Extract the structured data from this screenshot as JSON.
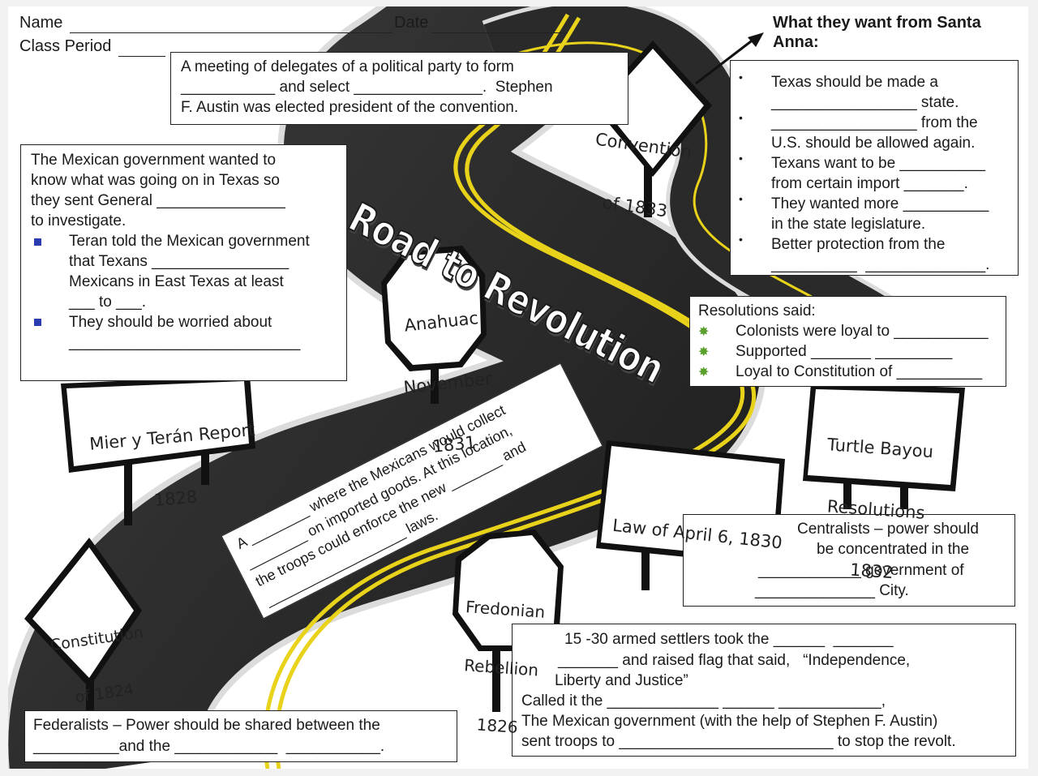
{
  "header": {
    "name_label": "Name",
    "date_label": "Date",
    "class_period_label": "Class Period"
  },
  "title": "Road to Revolution",
  "convention_box": {
    "line1": "A meeting of delegates of a political party to form",
    "line2": "___________ and select _______________.  Stephen",
    "line3": "F. Austin was elected president of the convention."
  },
  "santa_anna": {
    "heading1": "What they want from Santa",
    "heading2": "Anna:",
    "bullet_glyph": "•",
    "lines": [
      "Texas should be made a",
      "_________________ state.",
      "_________________ from the",
      "U.S. should be allowed again.",
      "Texans want to be __________",
      "from certain import _______.",
      "They wanted more __________",
      "in the state legislature.",
      "Better protection from the",
      "__________  ______________."
    ]
  },
  "teran_box": {
    "line1": "The Mexican government wanted to",
    "line2": "know what was going on in Texas so",
    "line3": "they sent General _______________",
    "line4": "to investigate.",
    "b1_line1": "Teran told the Mexican government",
    "b1_line2": "that Texans ________________",
    "b1_line3": "Mexicans in East Texas at least",
    "b1_line4": "___ to ___.",
    "b2_line1": "They should be worried about",
    "b2_line2": "___________________________"
  },
  "resolutions_box": {
    "heading": "Resolutions said:",
    "items": [
      "Colonists were loyal to ___________",
      "Supported _______ _________",
      "Loyal to Constitution of __________"
    ]
  },
  "anahuac_box": {
    "line1": "A ________ where the Mexicans would collect",
    "line2": "________ on imported goods. At this location,",
    "line3": "the troops could enforce the new _______ and",
    "line4": "___________________ laws."
  },
  "centralists_box": {
    "line1": "Centralists – power should",
    "line2": "be concentrated in the",
    "line3": "____________ government of",
    "line4": "______________ City."
  },
  "fredonian_box": {
    "line1": "15 -30 armed settlers took the ______  _______",
    "line2": "_______ and raised flag that said,   “Independence,",
    "line3": "Liberty and Justice”",
    "line4": "Called it the _____________ ______ ____________,",
    "line5": "The Mexican government (with the help of Stephen F. Austin)",
    "line6": "sent troops to _________________________ to stop the revolt."
  },
  "federalists_box": {
    "line1": "Federalists – Power should be shared between the",
    "line2": "__________and the ____________  ___________."
  },
  "signs": {
    "convention": {
      "line1": "Convention",
      "line2": "of 1833"
    },
    "anahuac": {
      "line1": "Anahuac",
      "line2": "November",
      "line3": "1831"
    },
    "mier": {
      "line1": "Mier y Terán Report",
      "line2": "1828"
    },
    "turtle": {
      "line1": "Turtle Bayou",
      "line2": "Resolutions",
      "line3": "1832"
    },
    "law": {
      "line1": "Law of April 6, 1830"
    },
    "fredonian": {
      "line1": "Fredonian",
      "line2": "Rebellion",
      "line3": "1826"
    },
    "constitution": {
      "line1": "Constitution",
      "line2": "of 1824"
    }
  },
  "colors": {
    "road": "#2b2b2b",
    "road_edge": "#e9e9e9",
    "road_stripe": "#e8d21a",
    "bullet_square": "#2b3bb0",
    "bullet_star": "#5aa02c"
  },
  "icons": {
    "teran_bullets": "square-bullet-icon",
    "resolution_bullets": "green-star-bullet-icon",
    "arrow": "arrow-icon"
  }
}
